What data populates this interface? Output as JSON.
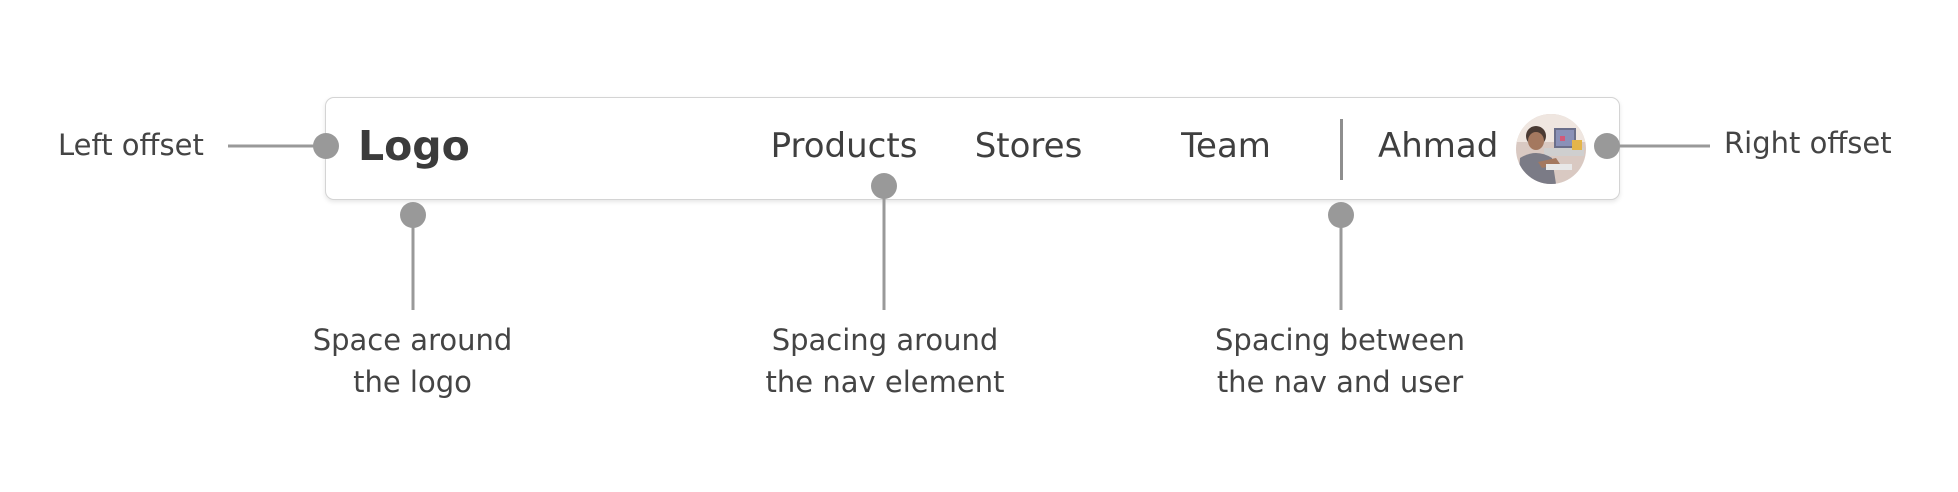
{
  "navbar": {
    "logo": "Logo",
    "nav_items": [
      {
        "label": "Products"
      },
      {
        "label": "Stores"
      },
      {
        "label": "Team"
      }
    ],
    "user": {
      "name": "Ahmad",
      "avatar_icon": "user-photo-avatar"
    }
  },
  "annotations": {
    "left_offset": "Left offset",
    "right_offset": "Right offset",
    "logo_spacing": {
      "line1": "Space around",
      "line2": "the logo"
    },
    "nav_spacing": {
      "line1": "Spacing around",
      "line2": "the nav element"
    },
    "nav_user_spacing": {
      "line1": "Spacing between",
      "line2": "the nav and user"
    }
  },
  "colors": {
    "marker": "#999999",
    "text": "#3f3f3f",
    "border": "#d4d4d4"
  }
}
